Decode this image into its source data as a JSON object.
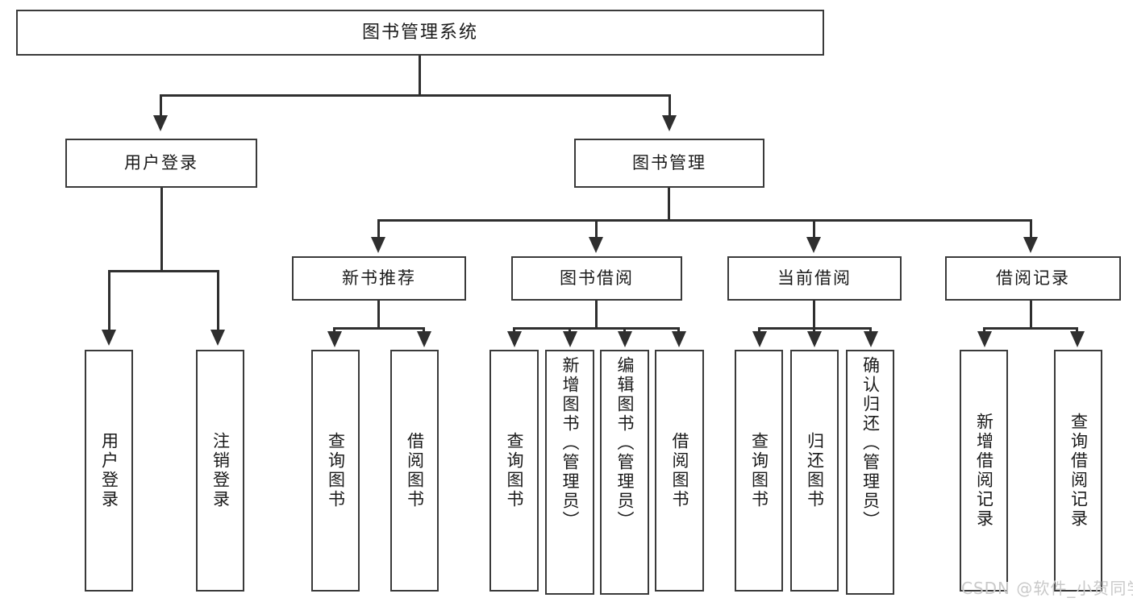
{
  "diagram": {
    "type": "tree-hierarchy",
    "title": "图书管理系统",
    "levels": 4,
    "root": {
      "label": "图书管理系统"
    },
    "level2": [
      {
        "label": "用户登录"
      },
      {
        "label": "图书管理"
      }
    ],
    "level3": [
      {
        "label": "新书推荐"
      },
      {
        "label": "图书借阅"
      },
      {
        "label": "当前借阅"
      },
      {
        "label": "借阅记录"
      }
    ],
    "leaves": {
      "user_login": [
        {
          "label": "用户登录"
        },
        {
          "label": "注销登录"
        }
      ],
      "new_book_recommend": [
        {
          "label": "查询图书"
        },
        {
          "label": "借阅图书"
        }
      ],
      "book_borrow": [
        {
          "label": "查询图书"
        },
        {
          "label": "新增图书（管理员）"
        },
        {
          "label": "编辑图书（管理员）"
        },
        {
          "label": "借阅图书"
        }
      ],
      "current_borrow": [
        {
          "label": "查询图书"
        },
        {
          "label": "归还图书"
        },
        {
          "label": "确认归还（管理员）"
        }
      ],
      "borrow_record": [
        {
          "label": "新增借阅记录"
        },
        {
          "label": "查询借阅记录"
        }
      ]
    }
  },
  "watermark": {
    "text": "CSDN @软件_小贺同学"
  },
  "colors": {
    "background": "#ffffff",
    "box_border": "#3a3a3a",
    "connector": "#2f2f2f",
    "text": "#1a1a1a",
    "watermark": "#c9c9c9"
  }
}
